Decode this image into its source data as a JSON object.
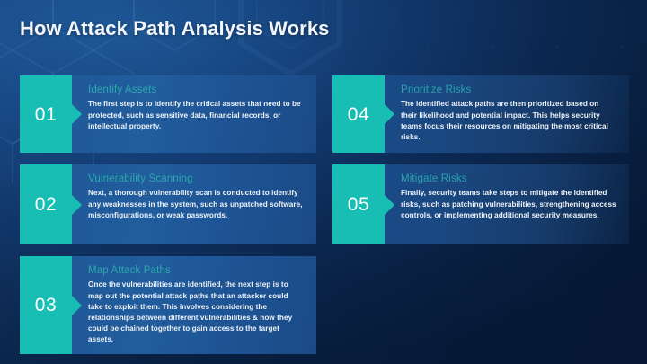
{
  "slide": {
    "title": "How Attack Path Analysis Works",
    "background_color": "#0d2b52",
    "accent_color": "#18bdb4",
    "heading_color": "#2aa9ab",
    "card_body_color": "#1f5896"
  },
  "columns": {
    "left": {
      "cards": [
        {
          "number": "01",
          "heading": "Identify Assets",
          "description": "The first step is to identify the critical assets that need to be protected, such as sensitive data, financial records, or intellectual property."
        },
        {
          "number": "02",
          "heading": "Vulnerability Scanning",
          "description": "Next, a thorough vulnerability scan is conducted to identify any weaknesses in the system, such as unpatched software, misconfigurations, or weak passwords."
        },
        {
          "number": "03",
          "heading": "Map Attack Paths",
          "description": "Once the vulnerabilities are identified, the next step is to map out the potential attack paths that an attacker could take to exploit them. This involves considering the relationships between different vulnerabilities & how they could be chained together to gain access to the target assets."
        }
      ]
    },
    "right": {
      "cards": [
        {
          "number": "04",
          "heading": "Prioritize Risks",
          "description": "The identified attack paths are then prioritized based on their likelihood and potential impact. This helps security teams focus their resources on mitigating the most critical risks."
        },
        {
          "number": "05",
          "heading": "Mitigate Risks",
          "description": "Finally, security teams take steps to mitigate the identified risks, such as patching vulnerabilities, strengthening access controls, or implementing additional security measures."
        }
      ]
    }
  }
}
